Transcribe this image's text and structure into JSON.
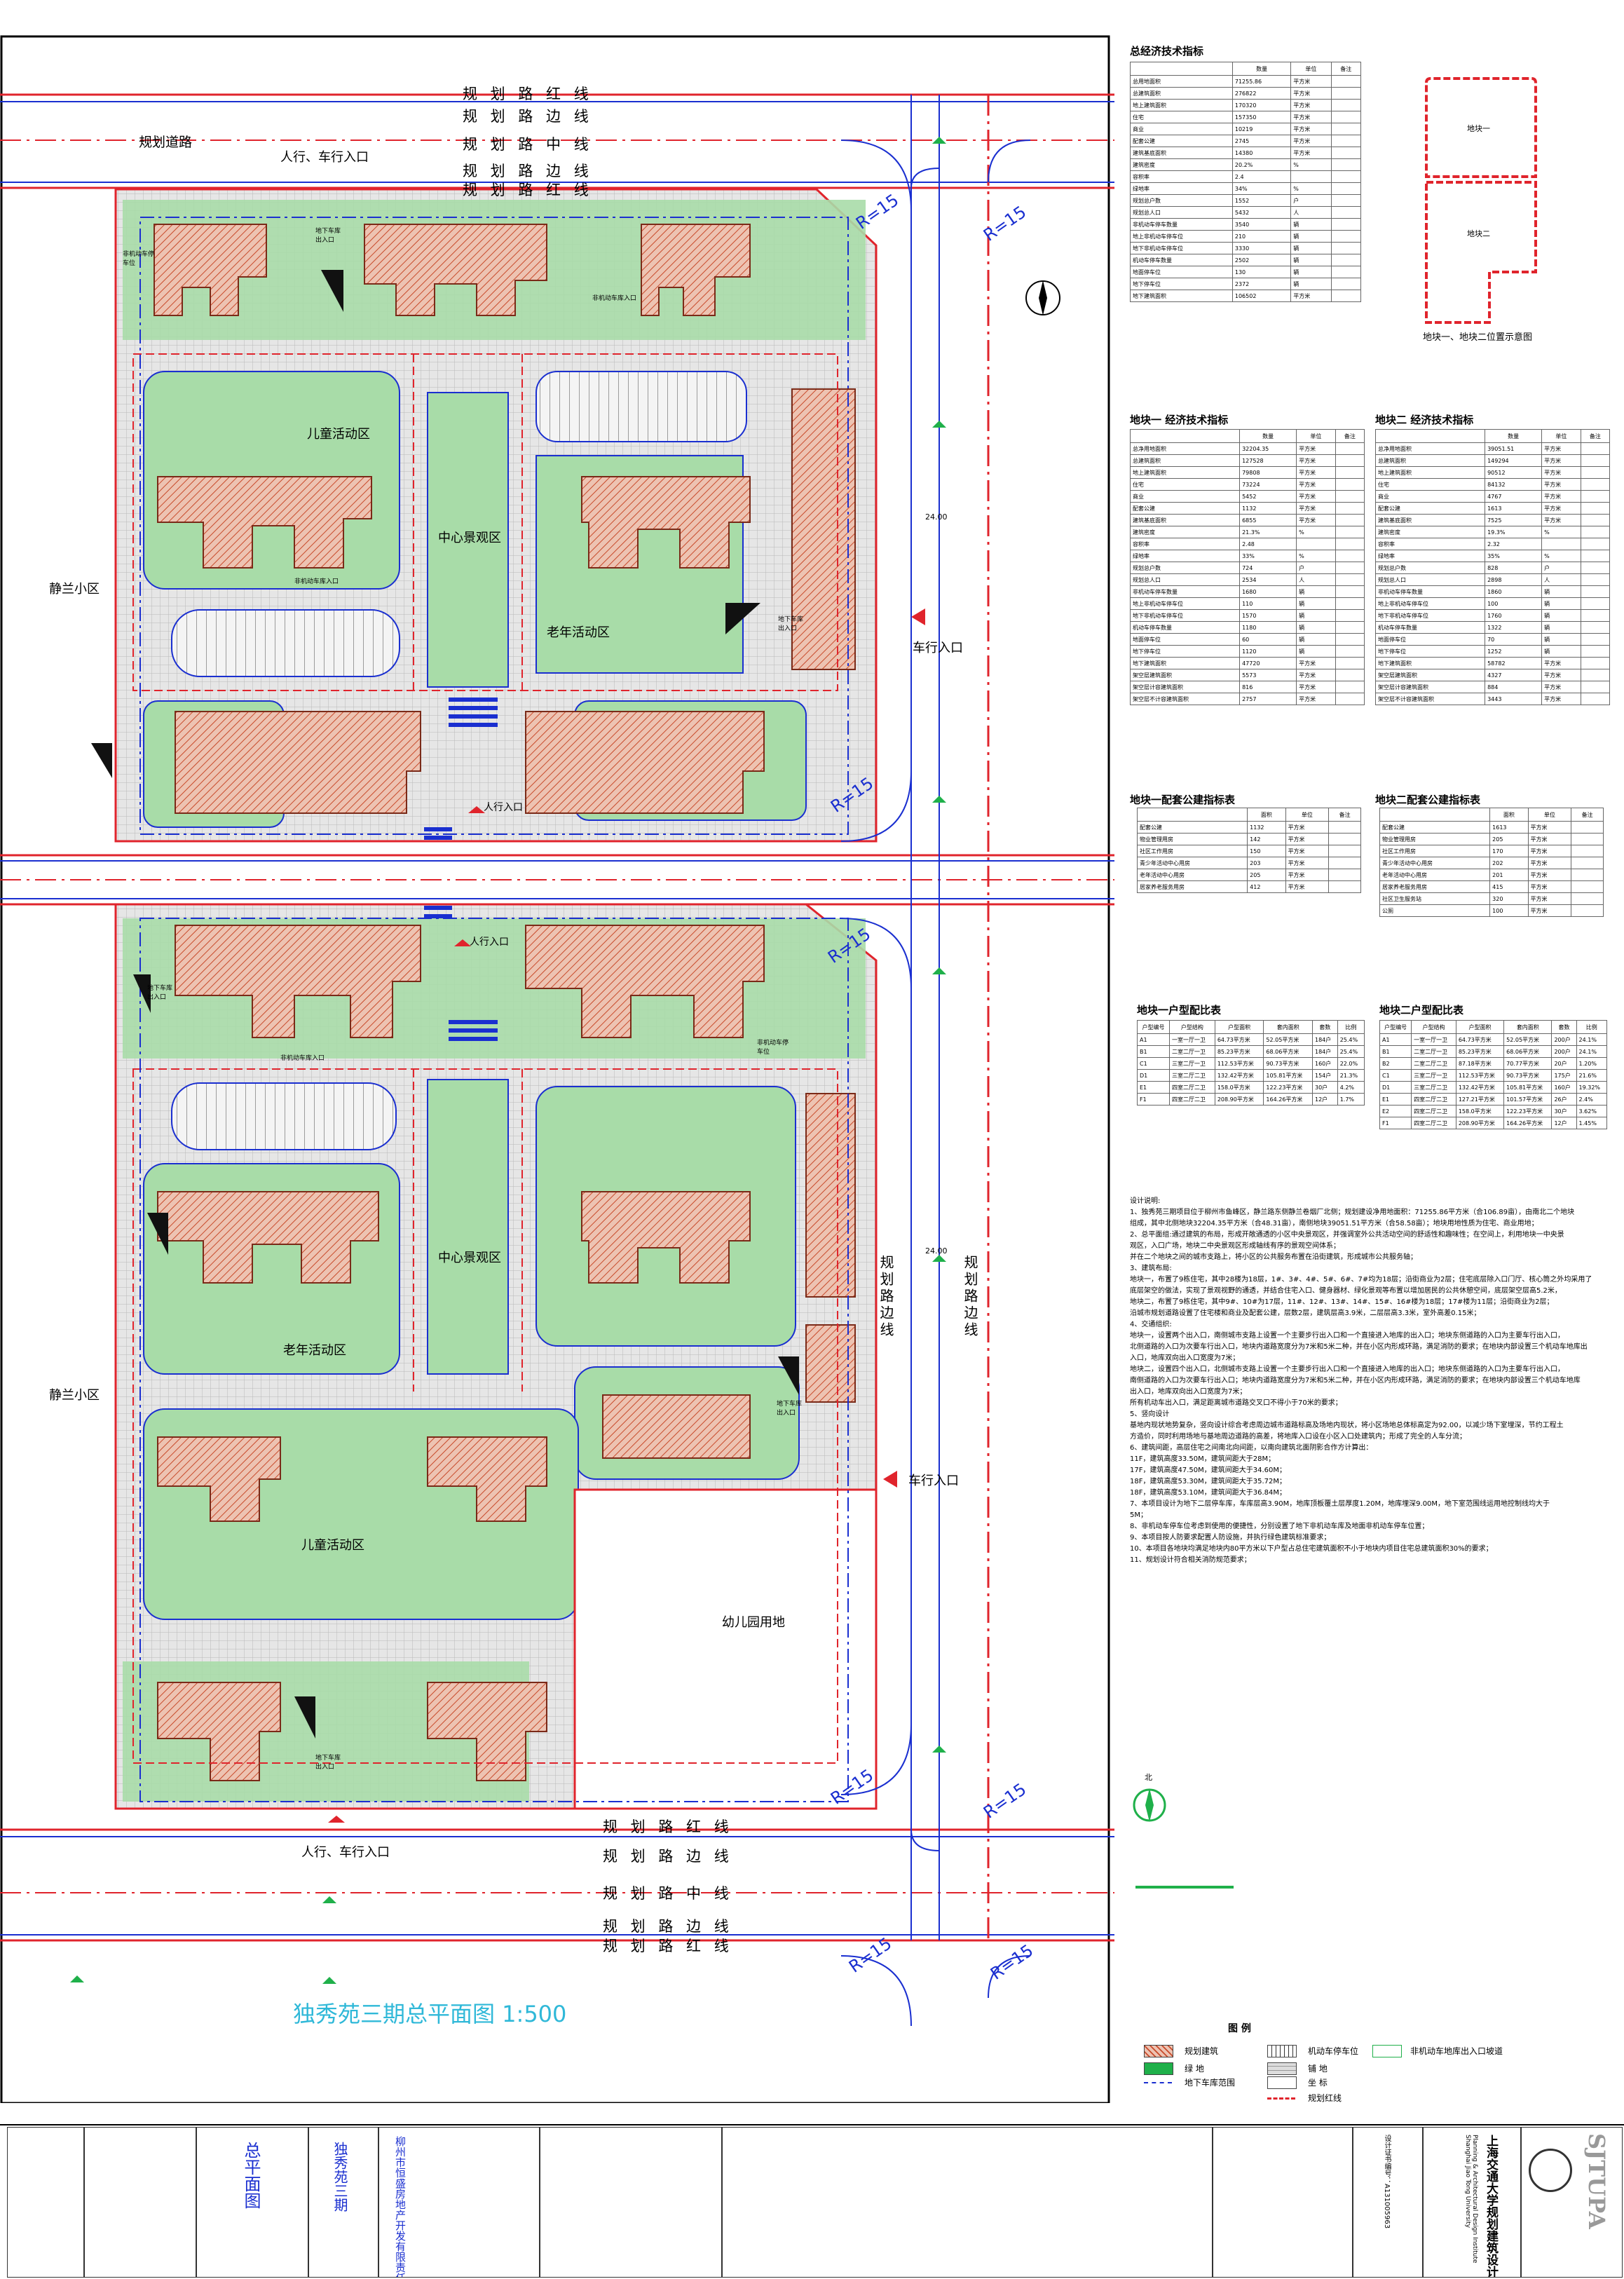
{
  "title": "独秀苑三期总平面图 1:500",
  "colors": {
    "building_fill": "#e9b9a6",
    "building_hatch": "#c84a2a",
    "green": "#a8dca8",
    "paving": "#d8d8d8",
    "red_line": "#e0242c",
    "blue_line": "#1a2fd0",
    "cyan_text": "#2fb8d8",
    "green_marker": "#1fb04a"
  },
  "plan": {
    "roads": {
      "top_road": "规划道路",
      "entrance_top": "人行、车行入口",
      "entrance_bottom": "人行、车行入口",
      "car_entrance_1": "车行入口",
      "car_entrance_2": "车行入口",
      "pedestrian_1": "人行入口",
      "pedestrian_2": "人行入口"
    },
    "line_labels": {
      "red_line": "规 划 路 红 线",
      "edge_line": "规 划 路 边 线",
      "center_line": "规 划 路 中 线",
      "edge_line_b": "规 划 路 边 线",
      "red_line_b": "规 划 路 红 线",
      "side_line": "规划路边线"
    },
    "zones": {
      "children_1": "儿童活动区",
      "central_1": "中心景观区",
      "elder_1": "老年活动区",
      "central_2": "中心景观区",
      "elder_2": "老年活动区",
      "children_2": "儿童活动区",
      "kindergarten": "幼儿园用地",
      "neighbor_1": "静兰小区",
      "neighbor_2": "静兰小区"
    },
    "parking_labels": {
      "underground_entry": "地下车库出入口",
      "nonmotor_parking": "非机动车停车位",
      "nonmotor_entry": "非机动车库入口"
    },
    "radius": "R=15",
    "dim_24": "24.00"
  },
  "summary_table": {
    "title": "总经济技术指标",
    "headers": [
      "",
      "数量",
      "单位",
      "备注"
    ],
    "rows": [
      [
        "总用地面积",
        "71255.86",
        "平方米",
        ""
      ],
      [
        "总建筑面积",
        "276822",
        "平方米",
        ""
      ],
      [
        "地上建筑面积",
        "170320",
        "平方米",
        ""
      ],
      [
        "住宅",
        "157350",
        "平方米",
        ""
      ],
      [
        "商业",
        "10219",
        "平方米",
        ""
      ],
      [
        "配套公建",
        "2745",
        "平方米",
        ""
      ],
      [
        "建筑基底面积",
        "14380",
        "平方米",
        ""
      ],
      [
        "建筑密度",
        "20.2%",
        "%",
        ""
      ],
      [
        "容积率",
        "2.4",
        "",
        ""
      ],
      [
        "绿地率",
        "34%",
        "%",
        ""
      ],
      [
        "规划总户数",
        "1552",
        "户",
        ""
      ],
      [
        "规划总人口",
        "5432",
        "人",
        ""
      ],
      [
        "非机动车停车数量",
        "3540",
        "辆",
        ""
      ],
      [
        "地上非机动车停车位",
        "210",
        "辆",
        ""
      ],
      [
        "地下非机动车停车位",
        "3330",
        "辆",
        ""
      ],
      [
        "机动车停车数量",
        "2502",
        "辆",
        ""
      ],
      [
        "地面停车位",
        "130",
        "辆",
        ""
      ],
      [
        "地下停车位",
        "2372",
        "辆",
        ""
      ],
      [
        "地下建筑面积",
        "106502",
        "平方米",
        ""
      ]
    ]
  },
  "location_diagram": {
    "plot1": "地块一",
    "plot2": "地块二",
    "caption": "地块一、地块二位置示意图"
  },
  "plot1_table": {
    "title": "地块一 经济技术指标",
    "headers": [
      "",
      "数量",
      "单位",
      "备注"
    ],
    "rows": [
      [
        "总净用地面积",
        "32204.35",
        "平方米",
        ""
      ],
      [
        "总建筑面积",
        "127528",
        "平方米",
        ""
      ],
      [
        "地上建筑面积",
        "79808",
        "平方米",
        ""
      ],
      [
        "住宅",
        "73224",
        "平方米",
        ""
      ],
      [
        "商业",
        "5452",
        "平方米",
        ""
      ],
      [
        "配套公建",
        "1132",
        "平方米",
        ""
      ],
      [
        "建筑基底面积",
        "6855",
        "平方米",
        ""
      ],
      [
        "建筑密度",
        "21.3%",
        "%",
        ""
      ],
      [
        "容积率",
        "2.48",
        "",
        ""
      ],
      [
        "绿地率",
        "33%",
        "%",
        ""
      ],
      [
        "规划总户数",
        "724",
        "户",
        ""
      ],
      [
        "规划总人口",
        "2534",
        "人",
        ""
      ],
      [
        "非机动车停车数量",
        "1680",
        "辆",
        ""
      ],
      [
        "地上非机动车停车位",
        "110",
        "辆",
        ""
      ],
      [
        "地下非机动车停车位",
        "1570",
        "辆",
        ""
      ],
      [
        "机动车停车数量",
        "1180",
        "辆",
        ""
      ],
      [
        "地面停车位",
        "60",
        "辆",
        ""
      ],
      [
        "地下停车位",
        "1120",
        "辆",
        ""
      ],
      [
        "地下建筑面积",
        "47720",
        "平方米",
        ""
      ],
      [
        "架空层建筑面积",
        "5573",
        "平方米",
        ""
      ],
      [
        "架空层计容建筑面积",
        "816",
        "平方米",
        ""
      ],
      [
        "架空层不计容建筑面积",
        "2757",
        "平方米",
        ""
      ]
    ]
  },
  "plot2_table": {
    "title": "地块二 经济技术指标",
    "headers": [
      "",
      "数量",
      "单位",
      "备注"
    ],
    "rows": [
      [
        "总净用地面积",
        "39051.51",
        "平方米",
        ""
      ],
      [
        "总建筑面积",
        "149294",
        "平方米",
        ""
      ],
      [
        "地上建筑面积",
        "90512",
        "平方米",
        ""
      ],
      [
        "住宅",
        "84132",
        "平方米",
        ""
      ],
      [
        "商业",
        "4767",
        "平方米",
        ""
      ],
      [
        "配套公建",
        "1613",
        "平方米",
        ""
      ],
      [
        "建筑基底面积",
        "7525",
        "平方米",
        ""
      ],
      [
        "建筑密度",
        "19.3%",
        "%",
        ""
      ],
      [
        "容积率",
        "2.32",
        "",
        ""
      ],
      [
        "绿地率",
        "35%",
        "%",
        ""
      ],
      [
        "规划总户数",
        "828",
        "户",
        ""
      ],
      [
        "规划总人口",
        "2898",
        "人",
        ""
      ],
      [
        "非机动车停车数量",
        "1860",
        "辆",
        ""
      ],
      [
        "地上非机动车停车位",
        "100",
        "辆",
        ""
      ],
      [
        "地下非机动车停车位",
        "1760",
        "辆",
        ""
      ],
      [
        "机动车停车数量",
        "1322",
        "辆",
        ""
      ],
      [
        "地面停车位",
        "70",
        "辆",
        ""
      ],
      [
        "地下停车位",
        "1252",
        "辆",
        ""
      ],
      [
        "地下建筑面积",
        "58782",
        "平方米",
        ""
      ],
      [
        "架空层建筑面积",
        "4327",
        "平方米",
        ""
      ],
      [
        "架空层计容建筑面积",
        "884",
        "平方米",
        ""
      ],
      [
        "架空层不计容建筑面积",
        "3443",
        "平方米",
        ""
      ]
    ]
  },
  "plot1_facilities": {
    "title": "地块一配套公建指标表",
    "headers": [
      "",
      "面积",
      "单位",
      "备注"
    ],
    "rows": [
      [
        "配套公建",
        "1132",
        "平方米",
        ""
      ],
      [
        "物业管理用房",
        "142",
        "平方米",
        ""
      ],
      [
        "社区工作用房",
        "150",
        "平方米",
        ""
      ],
      [
        "青少年活动中心用房",
        "203",
        "平方米",
        ""
      ],
      [
        "老年活动中心用房",
        "205",
        "平方米",
        ""
      ],
      [
        "居家养老服务用房",
        "412",
        "平方米",
        ""
      ]
    ]
  },
  "plot2_facilities": {
    "title": "地块二配套公建指标表",
    "headers": [
      "",
      "面积",
      "单位",
      "备注"
    ],
    "rows": [
      [
        "配套公建",
        "1613",
        "平方米",
        ""
      ],
      [
        "物业管理用房",
        "205",
        "平方米",
        ""
      ],
      [
        "社区工作用房",
        "170",
        "平方米",
        ""
      ],
      [
        "青少年活动中心用房",
        "202",
        "平方米",
        ""
      ],
      [
        "老年活动中心用房",
        "201",
        "平方米",
        ""
      ],
      [
        "居家养老服务用房",
        "415",
        "平方米",
        ""
      ],
      [
        "社区卫生服务站",
        "320",
        "平方米",
        ""
      ],
      [
        "公厕",
        "100",
        "平方米",
        ""
      ]
    ]
  },
  "plot1_units": {
    "title": "地块一户型配比表",
    "headers": [
      "户型编号",
      "户型结构",
      "户型面积",
      "套内面积",
      "套数",
      "比例"
    ],
    "rows": [
      [
        "A1",
        "一室一厅一卫",
        "64.73平方米",
        "52.05平方米",
        "184户",
        "25.4%"
      ],
      [
        "B1",
        "二室二厅一卫",
        "85.23平方米",
        "68.06平方米",
        "184户",
        "25.4%"
      ],
      [
        "C1",
        "三室二厅一卫",
        "112.53平方米",
        "90.73平方米",
        "160户",
        "22.0%"
      ],
      [
        "D1",
        "三室二厅二卫",
        "132.42平方米",
        "105.81平方米",
        "154户",
        "21.3%"
      ],
      [
        "E1",
        "四室二厅二卫",
        "158.0平方米",
        "122.23平方米",
        "30户",
        "4.2%"
      ],
      [
        "F1",
        "四室二厅二卫",
        "208.90平方米",
        "164.26平方米",
        "12户",
        "1.7%"
      ]
    ]
  },
  "plot2_units": {
    "title": "地块二户型配比表",
    "headers": [
      "户型编号",
      "户型结构",
      "户型面积",
      "套内面积",
      "套数",
      "比例"
    ],
    "rows": [
      [
        "A1",
        "一室一厅一卫",
        "64.73平方米",
        "52.05平方米",
        "200户",
        "24.1%"
      ],
      [
        "B1",
        "二室二厅一卫",
        "85.23平方米",
        "68.06平方米",
        "200户",
        "24.1%"
      ],
      [
        "B2",
        "二室二厅二卫",
        "87.18平方米",
        "70.77平方米",
        "20户",
        "1.20%"
      ],
      [
        "C1",
        "三室二厅一卫",
        "112.53平方米",
        "90.73平方米",
        "175户",
        "21.6%"
      ],
      [
        "D1",
        "三室二厅二卫",
        "132.42平方米",
        "105.81平方米",
        "160户",
        "19.32%"
      ],
      [
        "E1",
        "四室二厅二卫",
        "127.21平方米",
        "101.57平方米",
        "26户",
        "2.4%"
      ],
      [
        "E2",
        "四室二厅二卫",
        "158.0平方米",
        "122.23平方米",
        "30户",
        "3.62%"
      ],
      [
        "F1",
        "四室二厅二卫",
        "208.90平方米",
        "164.26平方米",
        "12户",
        "1.45%"
      ]
    ]
  },
  "notes": [
    "设计说明:",
    "1、独秀苑三期项目位于柳州市鱼峰区，静兰路东侧静兰卷烟厂北侧；规划建设净用地面积：71255.86平方米（合106.89亩），由南北二个地块",
    "组成，其中北侧地块32204.35平方米（合48.31亩），南侧地块39051.51平方米（合58.58亩）；地块用地性质为住宅、商业用地；",
    "2、总平面组:通过建筑的布局，形成开敞通透的小区中央景观区，并强调室外公共活动空间的舒适性和趣味性；在空间上，利用地块一中央景",
    "观区，入口广场，地块二中央景观区形成轴线有序的景观空间体系；",
    "并在二个地块之间的城市支路上，将小区的公共服务布置在沿街建筑，形成城市公共服务轴；",
    "3、建筑布局:",
    "地块一，布置了9栋住宅，其中28楼为18层，1#、3#、4#、5#、6#、7#均为18层；沿街商业为2层；住宅底层除入口门厅、核心筒之外均采用了",
    "底层架空的做法，实现了景观视野的通透，并结合住宅入口、健身器材、绿化景观等布置以增加居民的公共休憩空间，底层架空层高5.2米，",
    "地块二，布置了9栋住宅，其中9#、10#为17层，11#、12#、13#、14#、15#、16#楼为18层；17#楼为11层；沿街商业为2层；",
    "沿城市规划道路设置了住宅楼和商业及配套公建，层数2层，建筑层高3.9米，二层层高3.3米，室外高差0.15米；",
    "4、交通组织:",
    "地块一，设置两个出入口，南侧城市支路上设置一个主要步行出入口和一个直接进入地库的出入口；地块东侧道路的入口为主要车行出入口，",
    "北侧道路的入口为次要车行出入口，地块内道路宽度分为7米和5米二种，并在小区内形成环路，满足消防的要求；在地块内部设置三个机动车地库出",
    "入口，地库双向出入口宽度为7米；",
    "地块二，设置四个出入口，北侧城市支路上设置一个主要步行出入口和一个直接进入地库的出入口；地块东侧道路的入口为主要车行出入口，",
    "南侧道路的入口为次要车行出入口；地块内道路宽度分为7米和5米二种，并在小区内形成环路，满足消防的要求；在地块内部设置三个机动车地库",
    "出入口，地库双向出入口宽度为7米；",
    "所有机动车出入口，满足距离城市道路交叉口不得小于70米的要求；",
    "5、竖向设计",
    "基地内现状地势复杂，竖向设计综合考虑周边城市道路标高及场地内现状，将小区场地总体标高定为92.00，以减少场下室埋深，节约工程土",
    "方造价，同时利用场地与基地周边道路的高差，将地库入口设在小区入口处建筑内；形成了完全的人车分流；",
    "6、建筑间距，高层住宅之间南北向间距，以南向建筑北面阴影合作方计算出：",
    "11F，建筑高度33.50M，建筑间距大于28M；",
    "17F，建筑高度47.50M，建筑间距大于34.60M；",
    "18F，建筑高度53.30M，建筑间距大于35.72M；",
    "18F，建筑高度53.10M，建筑间距大于36.84M；",
    "7、本项目设计为地下二层停车库，车库层高3.90M，地库顶板覆土层厚度1.20M，地库埋深9.00M，地下室范围线运用地控制线均大于",
    "5M；",
    "8、非机动车停车位考虑到使用的便捷性，分别设置了地下非机动车库及地面非机动车停车位置；",
    "9、本项目按人防要求配置人防设施，并执行绿色建筑标准要求；",
    "10、本项目各地块均满足地块内80平方米以下户型占总住宅建筑面积不小于地块内项目住宅总建筑面积30%的要求；",
    "11、规划设计符合相关消防规范要求；"
  ],
  "north_label": "北",
  "legend": {
    "title": "图    例",
    "items": [
      "规划建筑",
      "绿    地",
      "地下车库范围",
      "机动车停车位",
      "铺    地",
      "坐    标",
      "规划红线",
      "非机动车地库出入口坡道"
    ]
  },
  "title_block": {
    "company_cn": "上海交通大学规划建筑设计有限公司",
    "company_en": "Planning & Architectural Design Institute Shanghai Jiao Tong University",
    "logo_text": "SJTUPA",
    "drawing_name": "总平面图",
    "project_name": "独秀苑三期",
    "client": "柳州市恒盛房地产开发有限责任公司",
    "cert": "设计证书编号：A131005963"
  }
}
